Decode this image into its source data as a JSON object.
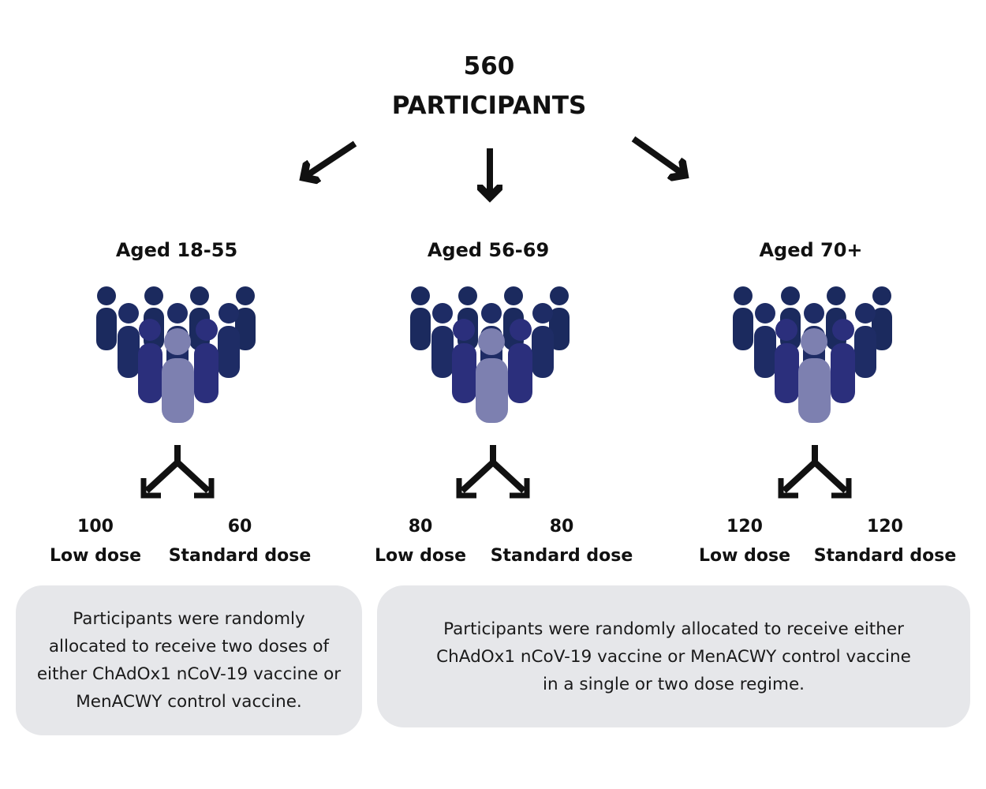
{
  "total": {
    "count": "560",
    "label": "PARTICIPANTS"
  },
  "groups": [
    {
      "label": "Aged 18-55",
      "low": {
        "value": "100",
        "label": "Low dose"
      },
      "standard": {
        "value": "60",
        "label": "Standard dose"
      }
    },
    {
      "label": "Aged 56-69",
      "low": {
        "value": "80",
        "label": "Low dose"
      },
      "standard": {
        "value": "80",
        "label": "Standard dose"
      }
    },
    {
      "label": "Aged 70+",
      "low": {
        "value": "120",
        "label": "Low dose"
      },
      "standard": {
        "value": "120",
        "label": "Standard dose"
      }
    }
  ],
  "notes": {
    "young": "Participants were randomly allocated to receive two doses of either ChAdOx1 nCoV-19 vaccine or MenACWY control vaccine.",
    "older": "Participants were randomly allocated to receive either ChAdOx1 nCoV-19 vaccine or MenACWY control vaccine in a single or two dose regime."
  },
  "colors": {
    "back_row": "#1b2a5e",
    "middle_row": "#23306f",
    "front_row": "#2b2f7c",
    "center_figure": "#7d80b0",
    "box_bg": "#e6e7ea",
    "arrow": "#111111"
  },
  "icons": {
    "crowd": "people-group-icon",
    "arrow": "arrow-icon",
    "branch": "split-arrow-icon"
  }
}
